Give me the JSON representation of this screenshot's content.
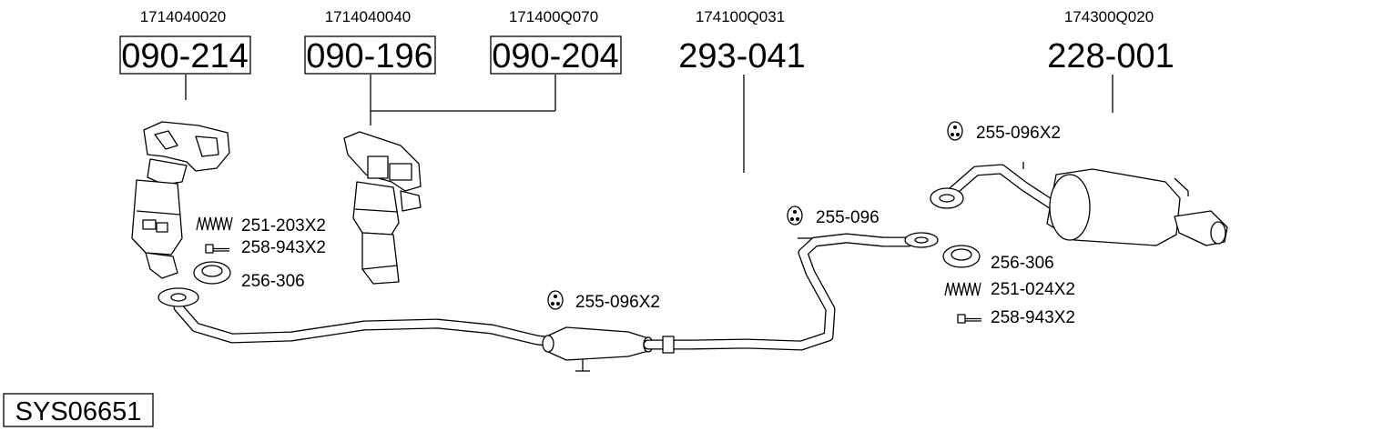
{
  "system_code": "SYS06651",
  "parts": [
    {
      "oe_number": "1714040020",
      "part_number": "090-214"
    },
    {
      "oe_number": "1714040040",
      "part_number": "090-196"
    },
    {
      "oe_number": "171400Q070",
      "part_number": "090-204"
    },
    {
      "oe_number": "174100Q031",
      "part_number": "293-041"
    },
    {
      "oe_number": "174300Q020",
      "part_number": "228-001"
    }
  ],
  "accessories": [
    {
      "label": "251-203X2",
      "icon": "spring-icon"
    },
    {
      "label": "258-943X2",
      "icon": "bolt-icon"
    },
    {
      "label": "256-306",
      "icon": "seal-ring-icon"
    },
    {
      "label": "255-096X2",
      "icon": "rubber-mount-icon"
    },
    {
      "label": "255-096",
      "icon": "rubber-mount-icon"
    },
    {
      "label": "255-096X2",
      "icon": "rubber-mount-icon"
    },
    {
      "label": "256-306",
      "icon": "seal-ring-icon"
    },
    {
      "label": "251-024X2",
      "icon": "spring-icon"
    },
    {
      "label": "258-943X2",
      "icon": "bolt-icon"
    }
  ]
}
